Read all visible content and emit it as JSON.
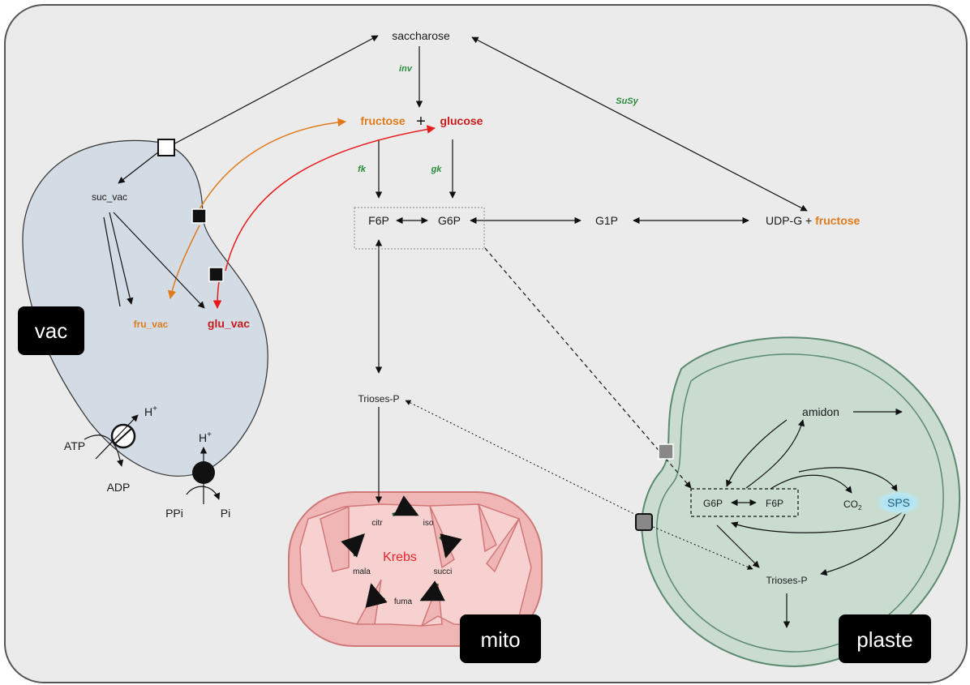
{
  "colors": {
    "background": "#ebebeb",
    "vacuole_fill": "#d3dbe5",
    "mito_fill": "#f0b5b5",
    "plaste_fill": "#c9dccf",
    "fructose": "#e07b1c",
    "glucose": "#c91b1b",
    "enzyme": "#2a8c3a",
    "krebs": "#e8262a",
    "krebs_arrows": "#1f5a2a",
    "sps_glow": "#a9e0f0",
    "tag_bg": "#000000"
  },
  "metabolites": {
    "saccharose": "saccharose",
    "fructose": "fructose",
    "plus": "+",
    "glucose": "glucose",
    "f6p": "F6P",
    "g6p": "G6P",
    "g1p": "G1P",
    "udpg": "UDP-G + ",
    "udpg_fructose": "fructose",
    "trioses": "Trioses-P"
  },
  "enzymes": {
    "inv": "inv",
    "susy": "SuSy",
    "fk": "fk",
    "gk": "gk"
  },
  "vacuole": {
    "tag": "vac",
    "suc_vac": "suc_vac",
    "fru_vac": "fru_vac",
    "glu_vac": "glu_vac",
    "atp": "ATP",
    "adp": "ADP",
    "h_plus_1": "H",
    "h_plus_2": "H",
    "plus_sup": "+",
    "ppi": "PPi",
    "pi": "Pi"
  },
  "mito": {
    "tag": "mito",
    "krebs": "Krebs",
    "citr": "citr",
    "iso": "iso",
    "succi": "succi",
    "fuma": "fuma",
    "mala": "mala"
  },
  "plaste": {
    "tag": "plaste",
    "amidon": "amidon",
    "g6p": "G6P",
    "f6p": "F6P",
    "co2": "CO",
    "co2_sub": "2",
    "sps": "SPS",
    "trioses": "Trioses-P"
  }
}
